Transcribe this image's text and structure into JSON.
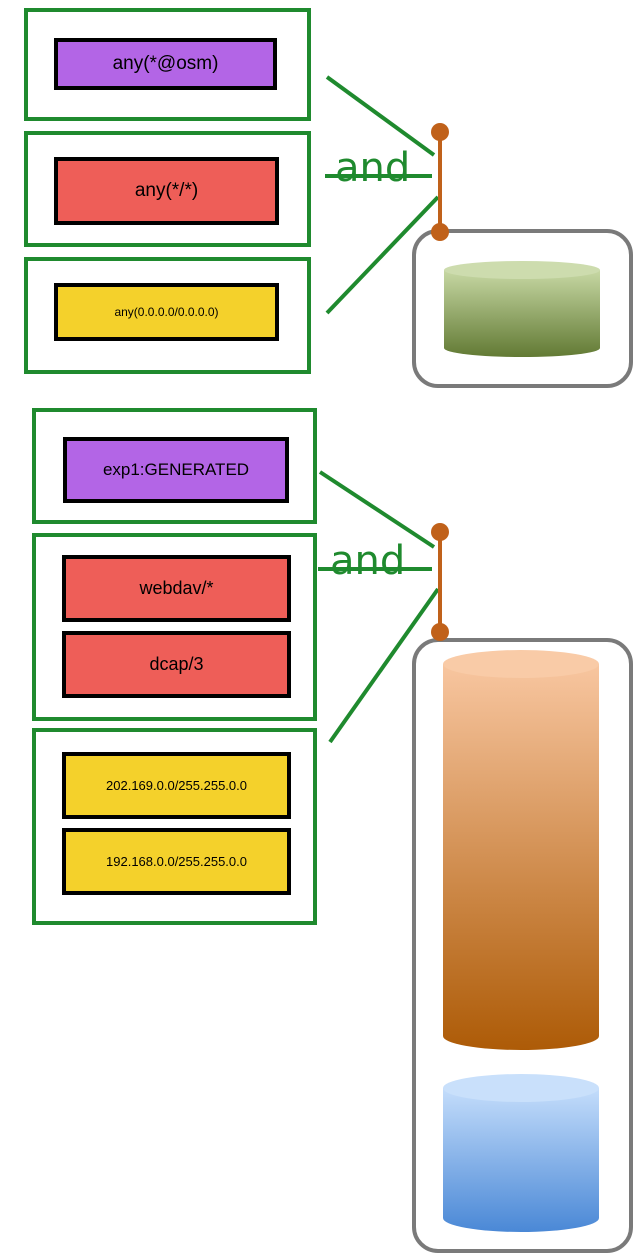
{
  "colors": {
    "group_border": "#1f8a2e",
    "and_line": "#1f8a2e",
    "connector": "#c0611a",
    "store_border": "#7a7a7a",
    "purple_tag": "#b365e6",
    "red_tag": "#ee5e58",
    "yellow_tag": "#f4d12b"
  },
  "top_rule": {
    "and_label": "and",
    "user_tags": [
      "any(*@osm)"
    ],
    "protocol_tags": [
      "any(*/*)"
    ],
    "network_tags": [
      "any(0.0.0.0/0.0.0.0)"
    ],
    "store_icon": "green-cylinder-icon"
  },
  "bottom_rule": {
    "and_label": "and",
    "user_tags": [
      "exp1:GENERATED"
    ],
    "protocol_tags": [
      "webdav/*",
      "dcap/3"
    ],
    "network_tags": [
      "202.169.0.0/255.255.0.0",
      "192.168.0.0/255.255.0.0"
    ],
    "store_icons": [
      "orange-cylinder-icon",
      "blue-cylinder-icon"
    ]
  }
}
